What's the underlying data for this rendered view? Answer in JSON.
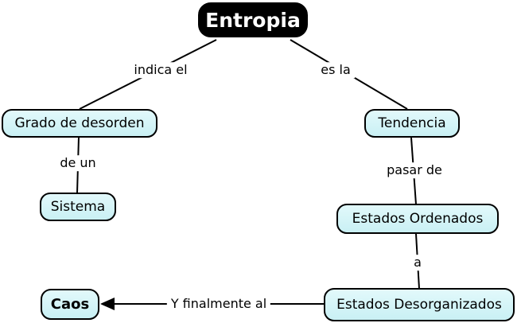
{
  "diagram": {
    "type": "concept-map",
    "topic": "Entropia"
  },
  "colors": {
    "background": "#ffffff",
    "node_fill": "#cdf2f5",
    "node_border": "#000000",
    "root_node_fill": "#000000",
    "root_node_text": "#ffffff",
    "connector_line": "#000000"
  },
  "nodes": {
    "entropia": "Entropia",
    "grado_de_desorden": "Grado de desorden",
    "sistema": "Sistema",
    "tendencia": "Tendencia",
    "estados_ordenados": "Estados Ordenados",
    "estados_desorganizados": "Estados Desorganizados",
    "caos": "Caos"
  },
  "links": {
    "indica_el": "indica el",
    "es_la": "es la",
    "de_un": "de un",
    "pasar_de": "pasar de",
    "a": "a",
    "y_finalmente_al": "Y finalmente al"
  }
}
